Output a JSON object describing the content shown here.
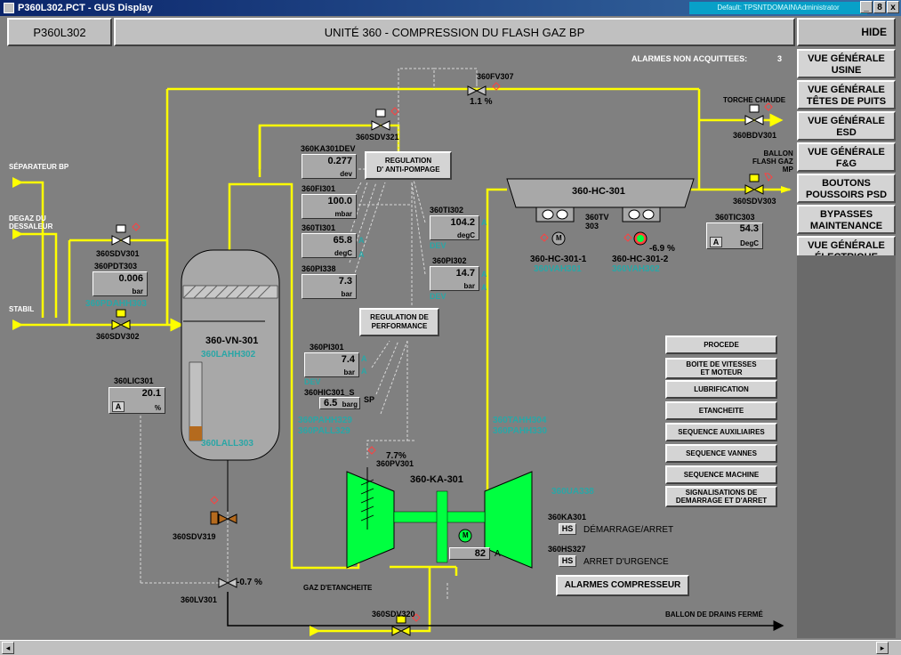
{
  "window": {
    "title": "P360L302.PCT - GUS Display",
    "domain": "Default: TPSNTDOMAIN\\Administrator",
    "buttons": [
      "_",
      "8",
      "x"
    ]
  },
  "header": {
    "unit": "P360L302",
    "title": "UNITÉ 360 - COMPRESSION DU FLASH GAZ BP",
    "hide": "HIDE"
  },
  "alarms": {
    "label": "ALARMES NON ACQUITTEES:",
    "count": "3"
  },
  "menu": [
    "VUE GÉNÉRALE\nUSINE",
    "VUE GÉNÉRALE\nTÊTES DE PUITS",
    "VUE GÉNÉRALE\nESD",
    "VUE GÉNÉRALE\nF&G",
    "BOUTONS\nPOUSSOIRS PSD",
    "BYPASSES\nMAINTENANCE",
    "VUE GÉNÉRALE\nÉLECTRIQUE"
  ],
  "inlets": {
    "separateur": "SÉPARATEUR BP",
    "degaz": "DEGAZ DU\nDESSALEUR",
    "stabil": "STABIL",
    "gaz_etancheite": "GAZ D'ETANCHEITE",
    "ballon_drains": "BALLON DE DRAINS FERMÉ",
    "torche": "TORCHE CHAUDE",
    "ballon_flash": "BALLON\nFLASH GAZ\nMP"
  },
  "valves": {
    "fv307": "360FV307",
    "fv307_pct": "1.1  %",
    "sdv321": "360SDV321",
    "sdv301": "360SDV301",
    "sdv302": "360SDV302",
    "bdv301": "360BDV301",
    "sdv303": "360SDV303",
    "sdv319": "360SDV319",
    "lv301": "360LV301",
    "lv301_pct": "-0.7  %",
    "sdv320": "360SDV320",
    "pv301": "360PV301",
    "pv301_pct": "7.7%",
    "tv303": "360TV\n303",
    "tv303_pct": "-6.9  %"
  },
  "instruments": {
    "ka301dev": {
      "tag": "360KA301DEV",
      "value": "0.277",
      "unit": "dev"
    },
    "fi301": {
      "tag": "360FI301",
      "value": "100.0",
      "unit": "mbar"
    },
    "ti301": {
      "tag": "360TI301",
      "value": "65.8",
      "unit": "degC"
    },
    "pi338": {
      "tag": "360PI338",
      "value": "7.3",
      "unit": "bar"
    },
    "ti302": {
      "tag": "360TI302",
      "value": "104.2",
      "unit": "degC"
    },
    "pi302": {
      "tag": "360PI302",
      "value": "14.7",
      "unit": "bar"
    },
    "pdt303": {
      "tag": "360PDT303",
      "value": "0.006",
      "unit": "bar"
    },
    "pi301": {
      "tag": "360PI301",
      "value": "7.4",
      "unit": "bar"
    },
    "hic301": {
      "tag": "360HIC301_S",
      "value": "6.5",
      "unit": "barg"
    },
    "lic301": {
      "tag": "360LIC301",
      "value": "20.1",
      "unit": "%",
      "mode": "A"
    },
    "tic303": {
      "tag": "360TIC303",
      "value": "54.3",
      "unit": "DegC",
      "mode": "A"
    },
    "ka_speed": {
      "value": "82"
    }
  },
  "flags": {
    "a": "A",
    "dev": "DEV",
    "sp": "SP"
  },
  "alarms_tags": {
    "pdahh303": "360PDAHH303",
    "lahh302": "360LAHH302",
    "lall303": "360LALL303",
    "pahh329": "360PAHH329",
    "pall329": "360PALL329",
    "tahh304": "360TAHH304",
    "pahh330": "360PAHH330",
    "vah301": "360VAH301",
    "vah302": "360VAH302",
    "ua338": "360UA338"
  },
  "equipment": {
    "vn301": "360-VN-301",
    "hc301": "360-HC-301",
    "ka301": "360-KA-301",
    "hc301_1": "360-HC-301-1",
    "hc301_2": "360-HC-301-2",
    "motor": "M"
  },
  "controls": {
    "anti_pompage": "REGULATION\nD' ANTI-POMPAGE",
    "performance": "REGULATION DE\nPERFORMANCE"
  },
  "compressor_controls": {
    "ka301_tag": "360KA301",
    "hs_label": "HS",
    "demarrage": "DÉMARRAGE/ARRET",
    "hs327_tag": "360HS327",
    "arret_urgence": "ARRET D'URGENCE",
    "alarmes_compresseur": "ALARMES COMPRESSEUR"
  },
  "subviews": [
    "PROCEDE",
    "BOITE DE VITESSES\nET MOTEUR",
    "LUBRIFICATION",
    "ETANCHEITE",
    "SEQUENCE AUXILIAIRES",
    "SEQUENCE VANNES",
    "SEQUENCE MACHINE",
    "SIGNALISATIONS DE\nDEMARRAGE ET D'ARRET"
  ],
  "colors": {
    "pipe": "#ffff00",
    "gas": "#d0d0d0",
    "compressor": "#00ff40",
    "teal": "#2aa6a6",
    "alarm": "#ff4040"
  }
}
